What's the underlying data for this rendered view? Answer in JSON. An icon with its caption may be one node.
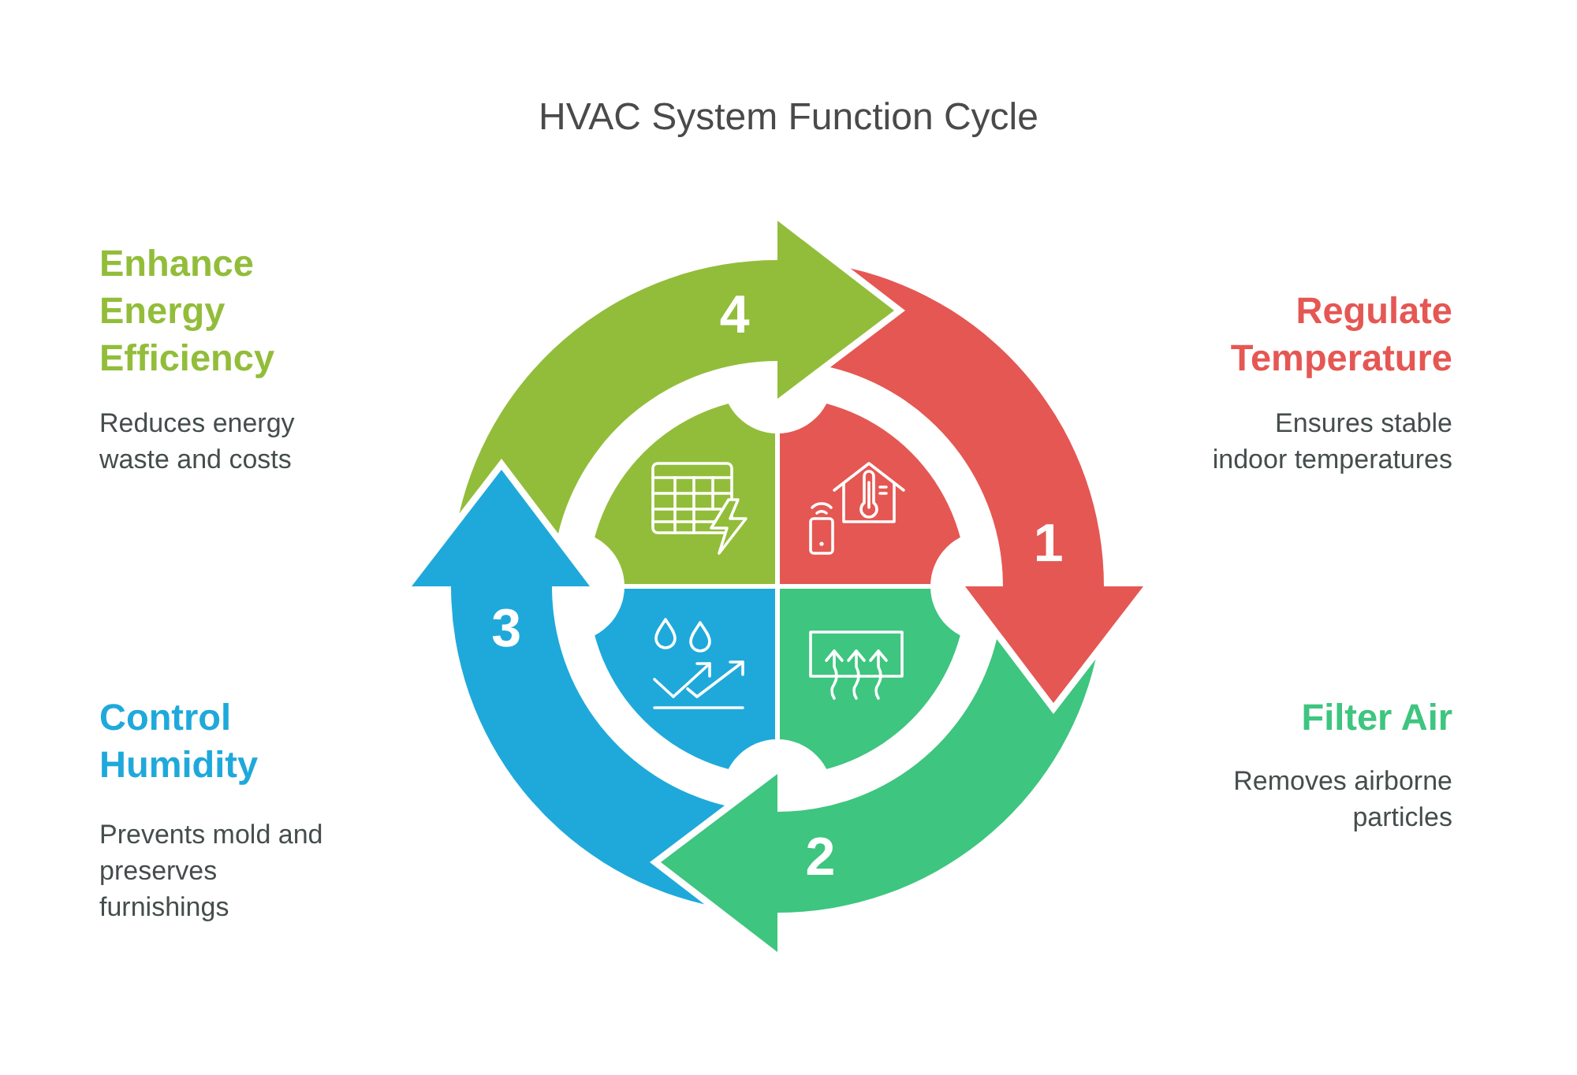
{
  "diagram": {
    "title": "HVAC System Function Cycle",
    "nodes": [
      {
        "text": [
          "1"
        ],
        "beside": [
          "Regulate Temperature",
          "Ensures stable indoor temperatures"
        ]
      },
      {
        "text": [
          "2"
        ],
        "beside": [
          "Filter Air",
          "Removes airborne particles"
        ]
      },
      {
        "text": [
          "3"
        ],
        "beside": [
          "Control Humidity",
          "Prevents mold and preserves furnishings"
        ]
      },
      {
        "text": [
          "4"
        ],
        "beside": [
          "Enhance Energy Efficiency",
          "Reduces energy waste and costs"
        ]
      }
    ],
    "edges": [
      {
        "from": 0,
        "to": 1,
        "arrow": "to"
      },
      {
        "from": 1,
        "to": 2,
        "arrow": "to"
      },
      {
        "from": 2,
        "to": 3,
        "arrow": "to"
      },
      {
        "from": 3,
        "to": 0,
        "arrow": "to"
      }
    ]
  }
}
